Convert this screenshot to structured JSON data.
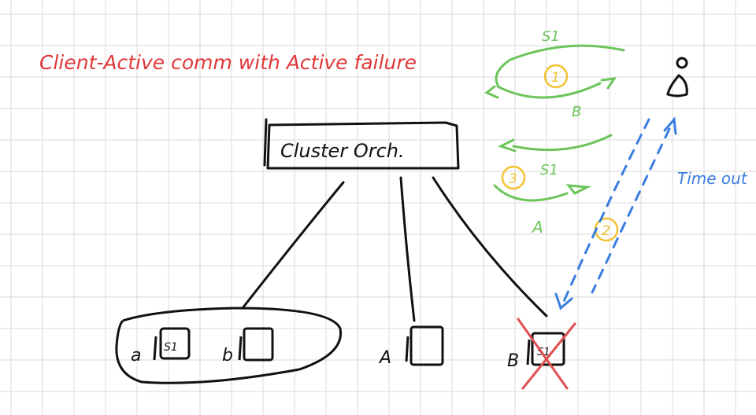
{
  "title": "Client-Active comm with Active failure",
  "cluster": {
    "label": "Cluster Orch."
  },
  "nodes": {
    "a": {
      "label": "a",
      "box_text": "S1"
    },
    "b": {
      "label": "b"
    },
    "A": {
      "label": "A"
    },
    "B": {
      "label": "B",
      "box_text": "S1"
    }
  },
  "flows": {
    "top_label": "S1",
    "return_label": "B",
    "mid_label": "S1",
    "bottom_label": "A",
    "step1": "1",
    "step2": "2",
    "step3": "3",
    "timeout": "Time out"
  },
  "colors": {
    "title": "#e0383a",
    "ink": "#111111",
    "green": "#6cc55a",
    "blue": "#3a7de0",
    "yellow": "#f2c230",
    "red_cross": "#e05050",
    "grid": "#d9d9d9"
  }
}
